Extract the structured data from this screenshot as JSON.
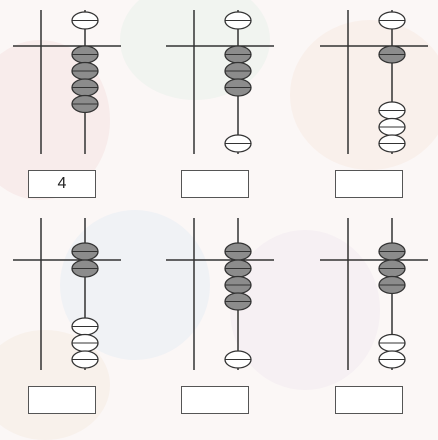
{
  "abaci": [
    {
      "id": "abacus-1",
      "heaven_bead_active": false,
      "earth_beads_active": 4,
      "answer": "4"
    },
    {
      "id": "abacus-2",
      "heaven_bead_active": false,
      "earth_beads_active": 3,
      "answer": ""
    },
    {
      "id": "abacus-3",
      "heaven_bead_active": false,
      "earth_beads_active": 1,
      "answer": ""
    },
    {
      "id": "abacus-4",
      "heaven_bead_active": true,
      "earth_beads_active": 1,
      "answer": ""
    },
    {
      "id": "abacus-5",
      "heaven_bead_active": true,
      "earth_beads_active": 3,
      "answer": ""
    },
    {
      "id": "abacus-6",
      "heaven_bead_active": true,
      "earth_beads_active": 2,
      "answer": ""
    }
  ],
  "colors": {
    "active_bead": "#8c8c8c",
    "inactive_bead": "#ffffff",
    "line": "#333333"
  }
}
